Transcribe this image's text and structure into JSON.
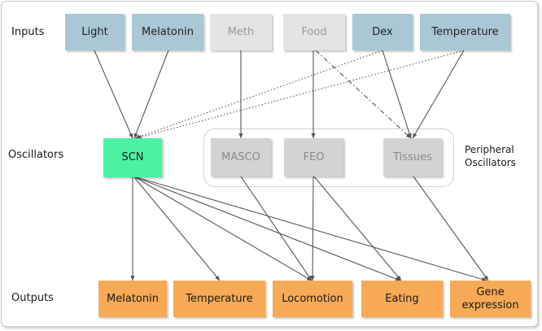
{
  "row_labels": {
    "inputs": "Inputs",
    "oscillators": "Oscillators",
    "outputs": "Outputs"
  },
  "inputs": {
    "light": "Light",
    "melatonin": "Melatonin",
    "meth": "Meth",
    "food": "Food",
    "dex": "Dex",
    "temperature": "Temperature"
  },
  "oscillators": {
    "scn": "SCN",
    "masco": "MASCO",
    "feo": "FEO",
    "tissues": "Tissues",
    "peripheral_label_line1": "Peripheral",
    "peripheral_label_line2": "Oscillators"
  },
  "outputs": {
    "melatonin": "Melatonin",
    "temperature": "Temperature",
    "locomotion": "Locomotion",
    "eating": "Eating",
    "gene_expression_line1": "Gene",
    "gene_expression_line2": "expression"
  },
  "colors": {
    "input": "#a9c7d5",
    "inactive_input": "#e4e4e4",
    "inactive_oscillator": "#d3d3d3",
    "scn": "#4cf2a2",
    "output": "#f7a955",
    "edge": "#555555"
  }
}
